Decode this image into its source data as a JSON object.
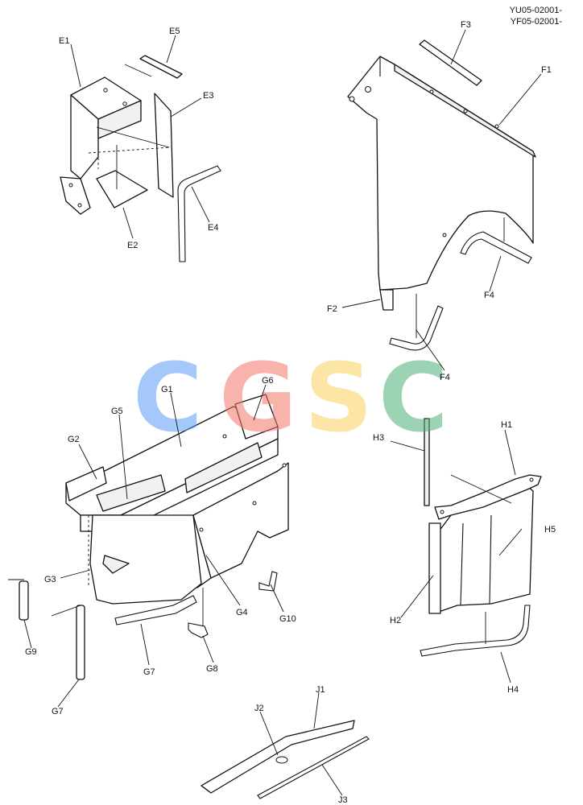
{
  "header": {
    "code_line_1": "YU05-02001-",
    "code_line_2": "YF05-02001-"
  },
  "labels": {
    "E1": "E1",
    "E2": "E2",
    "E3": "E3",
    "E4": "E4",
    "E5": "E5",
    "F1": "F1",
    "F2": "F2",
    "F3": "F3",
    "F4a": "F4",
    "F4b": "F4",
    "G1": "G1",
    "G2": "G2",
    "G3": "G3",
    "G4": "G4",
    "G5": "G5",
    "G6": "G6",
    "G7a": "G7",
    "G7b": "G7",
    "G8": "G8",
    "G9": "G9",
    "G10": "G10",
    "H1": "H1",
    "H2": "H2",
    "H3": "H3",
    "H4": "H4",
    "H5": "H5",
    "J1": "J1",
    "J2": "J2",
    "J3": "J3"
  },
  "watermark": {
    "letters": [
      "C",
      "G",
      "S",
      "C"
    ],
    "colors": [
      "#5b9cf5",
      "#f2766a",
      "#fbd35c",
      "#4db07a"
    ]
  }
}
